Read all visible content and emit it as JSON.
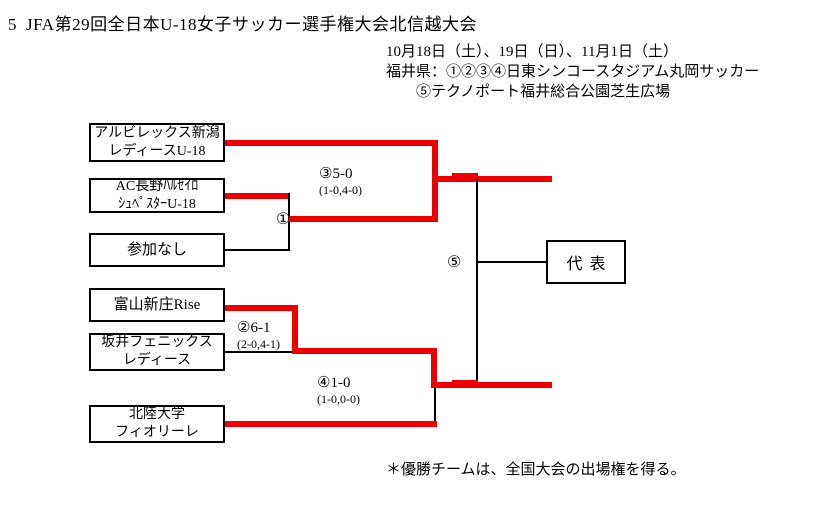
{
  "header": {
    "index": "5",
    "title": "JFA第29回全日本U-18女子サッカー選手権大会北信越大会",
    "dates": "10月18日（土）、19日（日）、11月1日（土）",
    "venue_line1": "福井県：①②③④日東シンコースタジアム丸岡サッカー",
    "venue_line2": "⑤テクノポート福井総合公園芝生広場"
  },
  "teams": [
    {
      "id": "t1",
      "line1": "アルビレックス新潟",
      "line2": "レディースU-18"
    },
    {
      "id": "t2",
      "line1": "AC長野ﾊﾙｾｲﾛ",
      "line2": "ｼｭﾍﾟｽﾀｰU-18"
    },
    {
      "id": "t3",
      "line1": "参加なし",
      "line2": ""
    },
    {
      "id": "t4",
      "line1": "富山新庄Rise",
      "line2": ""
    },
    {
      "id": "t5",
      "line1": "坂井フェニックス",
      "line2": "レディース"
    },
    {
      "id": "t6",
      "line1": "北陸大学",
      "line2": "フィオリーレ"
    }
  ],
  "matches": [
    {
      "id": "m1",
      "badge": "①",
      "score": "",
      "sets": ""
    },
    {
      "id": "m2",
      "badge": "②",
      "score": "6-1",
      "sets": "(2-0,4-1)"
    },
    {
      "id": "m3",
      "badge": "③",
      "score": "5-0",
      "sets": "(1-0,4-0)"
    },
    {
      "id": "m4",
      "badge": "④",
      "score": "1-0",
      "sets": "(1-0,0-0)"
    },
    {
      "id": "m5",
      "badge": "⑤",
      "score": "",
      "sets": ""
    }
  ],
  "result": {
    "label": "代表"
  },
  "footnote": "＊優勝チームは、全国大会の出場権を得る。",
  "colors": {
    "line": "#000000",
    "winner_path": "#ee0000",
    "background": "#ffffff"
  }
}
